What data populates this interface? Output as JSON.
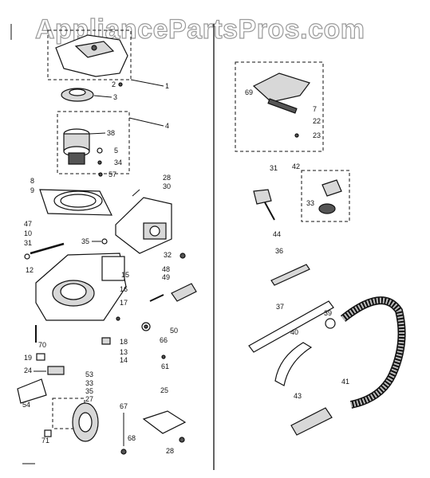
{
  "watermark": "AppliancePartsPros.com",
  "labels": {
    "l1": "1",
    "l2": "2",
    "l3": "3",
    "l4": "4",
    "l38": "38",
    "l5": "5",
    "l34": "34",
    "l57": "57",
    "l8": "8",
    "l9": "9",
    "l28a": "28",
    "l30": "30",
    "l47": "47",
    "l10": "10",
    "l31a": "31",
    "l35a": "35",
    "l32": "32",
    "l12": "12",
    "l15": "15",
    "l48": "48",
    "l49": "49",
    "l16": "16",
    "l17": "17",
    "l50": "50",
    "l66": "66",
    "l18": "18",
    "l13": "13",
    "l14": "14",
    "l61": "61",
    "l70": "70",
    "l19": "19",
    "l24": "24",
    "l53": "53",
    "l33a": "33",
    "l35b": "35",
    "l27": "27",
    "l54": "54",
    "l25": "25",
    "l67": "67",
    "l68": "68",
    "l71": "71",
    "l28b": "28",
    "l69": "69",
    "l7": "7",
    "l22": "22",
    "l23": "23",
    "l31b": "31",
    "l42": "42",
    "l33b": "33",
    "l44": "44",
    "l36": "36",
    "l37": "37",
    "l39": "39",
    "l40": "40",
    "l41": "41",
    "l43": "43"
  }
}
